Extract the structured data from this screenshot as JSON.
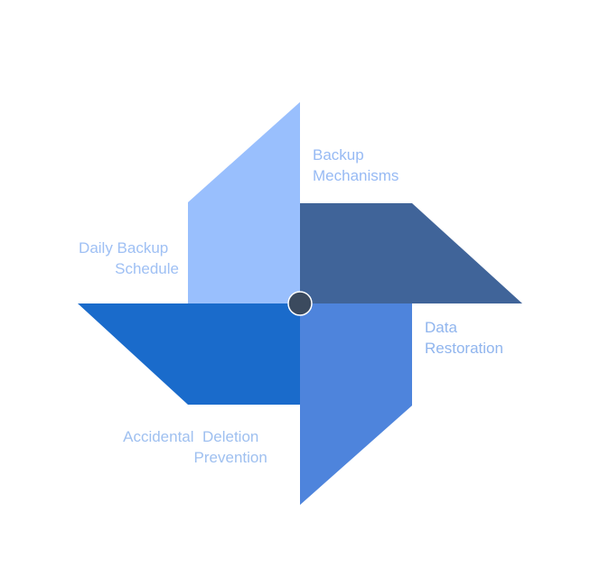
{
  "diagram": {
    "blades": [
      {
        "name": "blade-top",
        "label_lines": [
          "Backup",
          "Mechanisms"
        ],
        "color": "#99BFFD",
        "label_color": "#97BAF4"
      },
      {
        "name": "blade-right",
        "label_lines": [
          "Data",
          "Restoration"
        ],
        "color": "#406499",
        "label_color": "#90B5EE"
      },
      {
        "name": "blade-bottom",
        "label_lines": [
          "Accidental  Deletion",
          "Prevention"
        ],
        "color": "#4E84DC",
        "label_color": "#9FC0F0"
      },
      {
        "name": "blade-left",
        "label_lines": [
          "Daily Backup",
          "Schedule"
        ],
        "color": "#1A6BCB",
        "label_color": "#9FC0F4"
      }
    ],
    "hub_color": "#3B4A5E"
  }
}
